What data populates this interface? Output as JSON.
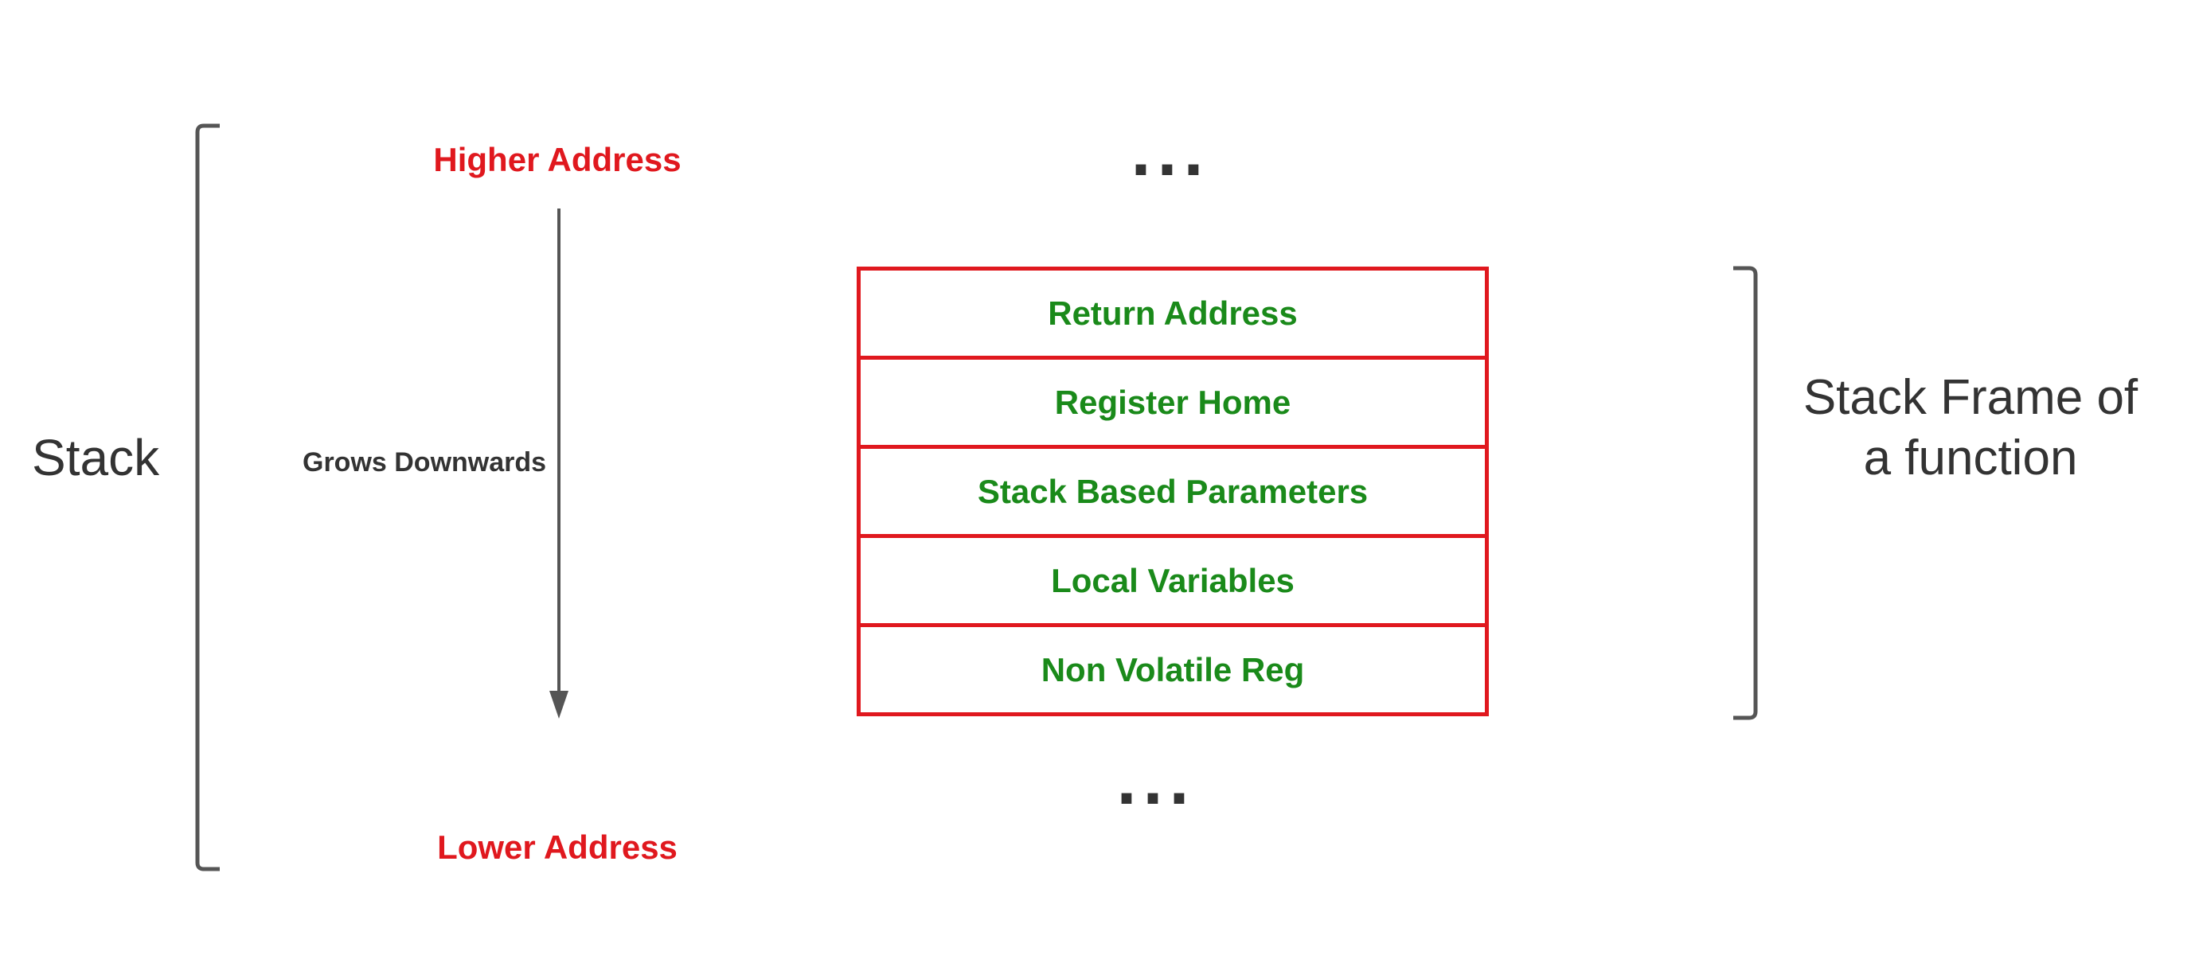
{
  "diagram": {
    "stack_label": "Stack",
    "higher_address": "Higher Address",
    "lower_address": "Lower Address",
    "grows_label": "Grows Downwards",
    "ellipsis_top": "...",
    "ellipsis_bottom": "...",
    "frame_rows": [
      "Return Address",
      "Register Home",
      "Stack Based Parameters",
      "Local Variables",
      "Non Volatile Reg"
    ],
    "frame_label_line1": "Stack Frame of",
    "frame_label_line2": "a function"
  },
  "colors": {
    "address_text": "#e0181e",
    "frame_border": "#e0181e",
    "frame_text": "#1a8a1a",
    "bracket": "#555555",
    "label_text": "#333333"
  }
}
